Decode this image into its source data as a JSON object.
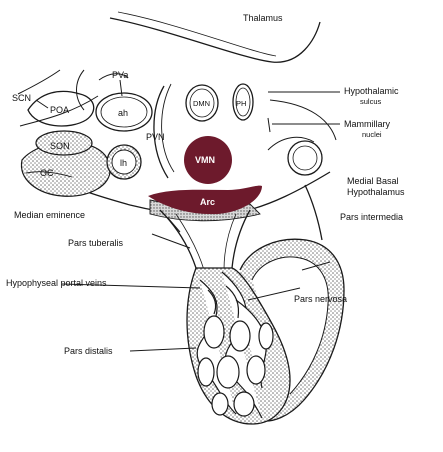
{
  "labels": {
    "thalamus": "Thalamus",
    "pva": "PVa",
    "scn": "SCN",
    "poa": "POA",
    "ah": "ah",
    "dmn": "DMN",
    "pvn": "PVN",
    "ph": "PH",
    "son": "SON",
    "ih": "lh",
    "oc": "OC",
    "hypothalamic_sulcus_1": "Hypothalamic",
    "hypothalamic_sulcus_2": "sulcus",
    "mammillary_nuclei_1": "Mammillary",
    "mammillary_nuclei_2": "nuclei",
    "vmn": "VMN",
    "arc": "Arc",
    "medial_basal_1": "Medial Basal",
    "medial_basal_2": "Hypothalamus",
    "median_eminence": "Median eminence",
    "pars_intermedia": "Pars intermedia",
    "pars_tuberalis": "Pars tuberalis",
    "hypophyseal_portal_veins": "Hypophyseal portal veins",
    "pars_nervosa": "Pars nervosa",
    "pars_distalis": "Pars distalis"
  },
  "colors": {
    "vmn_fill": "#6d1a2c",
    "arc_fill": "#6d1a2c",
    "stroke": "#1a1a1a"
  }
}
